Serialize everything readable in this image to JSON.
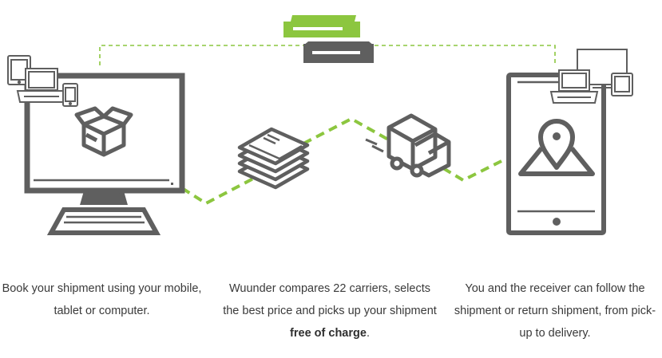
{
  "steps": [
    {
      "text": "Book your shipment using your mobile, tablet or computer."
    },
    {
      "text_before": "Wuunder compares 22 carriers, selects the best price and picks up your shipment ",
      "text_bold": "free of charge",
      "text_after": "."
    },
    {
      "text": "You and the receiver can follow the shipment or return shipment, from pick-up to delivery."
    }
  ],
  "colors": {
    "accent": "#8cc63f",
    "icon": "#5f5f5f",
    "text": "#3a3a3a"
  },
  "icons": [
    "monitor-icon",
    "tablet-icon",
    "laptop-icon",
    "phone-icon",
    "box-icon",
    "money-icon",
    "truck-icon",
    "map-pin-icon",
    "message-card-icon"
  ]
}
